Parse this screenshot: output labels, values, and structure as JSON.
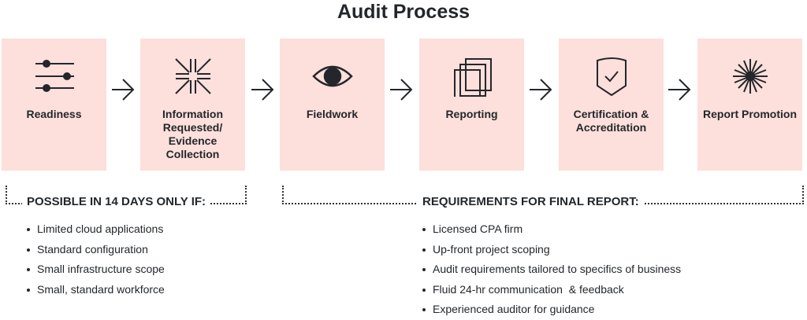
{
  "title": "Audit Process",
  "steps": [
    {
      "label": "Readiness",
      "icon": "sliders-icon"
    },
    {
      "label": "Information Requested/ Evidence Collection",
      "icon": "converge-arrows-icon"
    },
    {
      "label": "Fieldwork",
      "icon": "eye-icon"
    },
    {
      "label": "Reporting",
      "icon": "stacked-pages-icon"
    },
    {
      "label": "Certification & Accreditation",
      "icon": "shield-check-icon"
    },
    {
      "label": "Report Promotion",
      "icon": "starburst-icon"
    }
  ],
  "left_section": {
    "heading": "POSSIBLE IN 14 DAYS ONLY IF:",
    "items": [
      "Limited cloud applications",
      "Standard configuration",
      "Small infrastructure scope",
      "Small, standard workforce"
    ]
  },
  "right_section": {
    "heading": "REQUIREMENTS FOR FINAL REPORT:",
    "items": [
      "Licensed CPA firm",
      "Up-front project scoping",
      "Audit requirements tailored to specifics of business",
      "Fluid 24-hr communication  & feedback",
      "Experienced auditor for guidance"
    ]
  },
  "colors": {
    "box": "#fddfdb",
    "text": "#23272b"
  }
}
